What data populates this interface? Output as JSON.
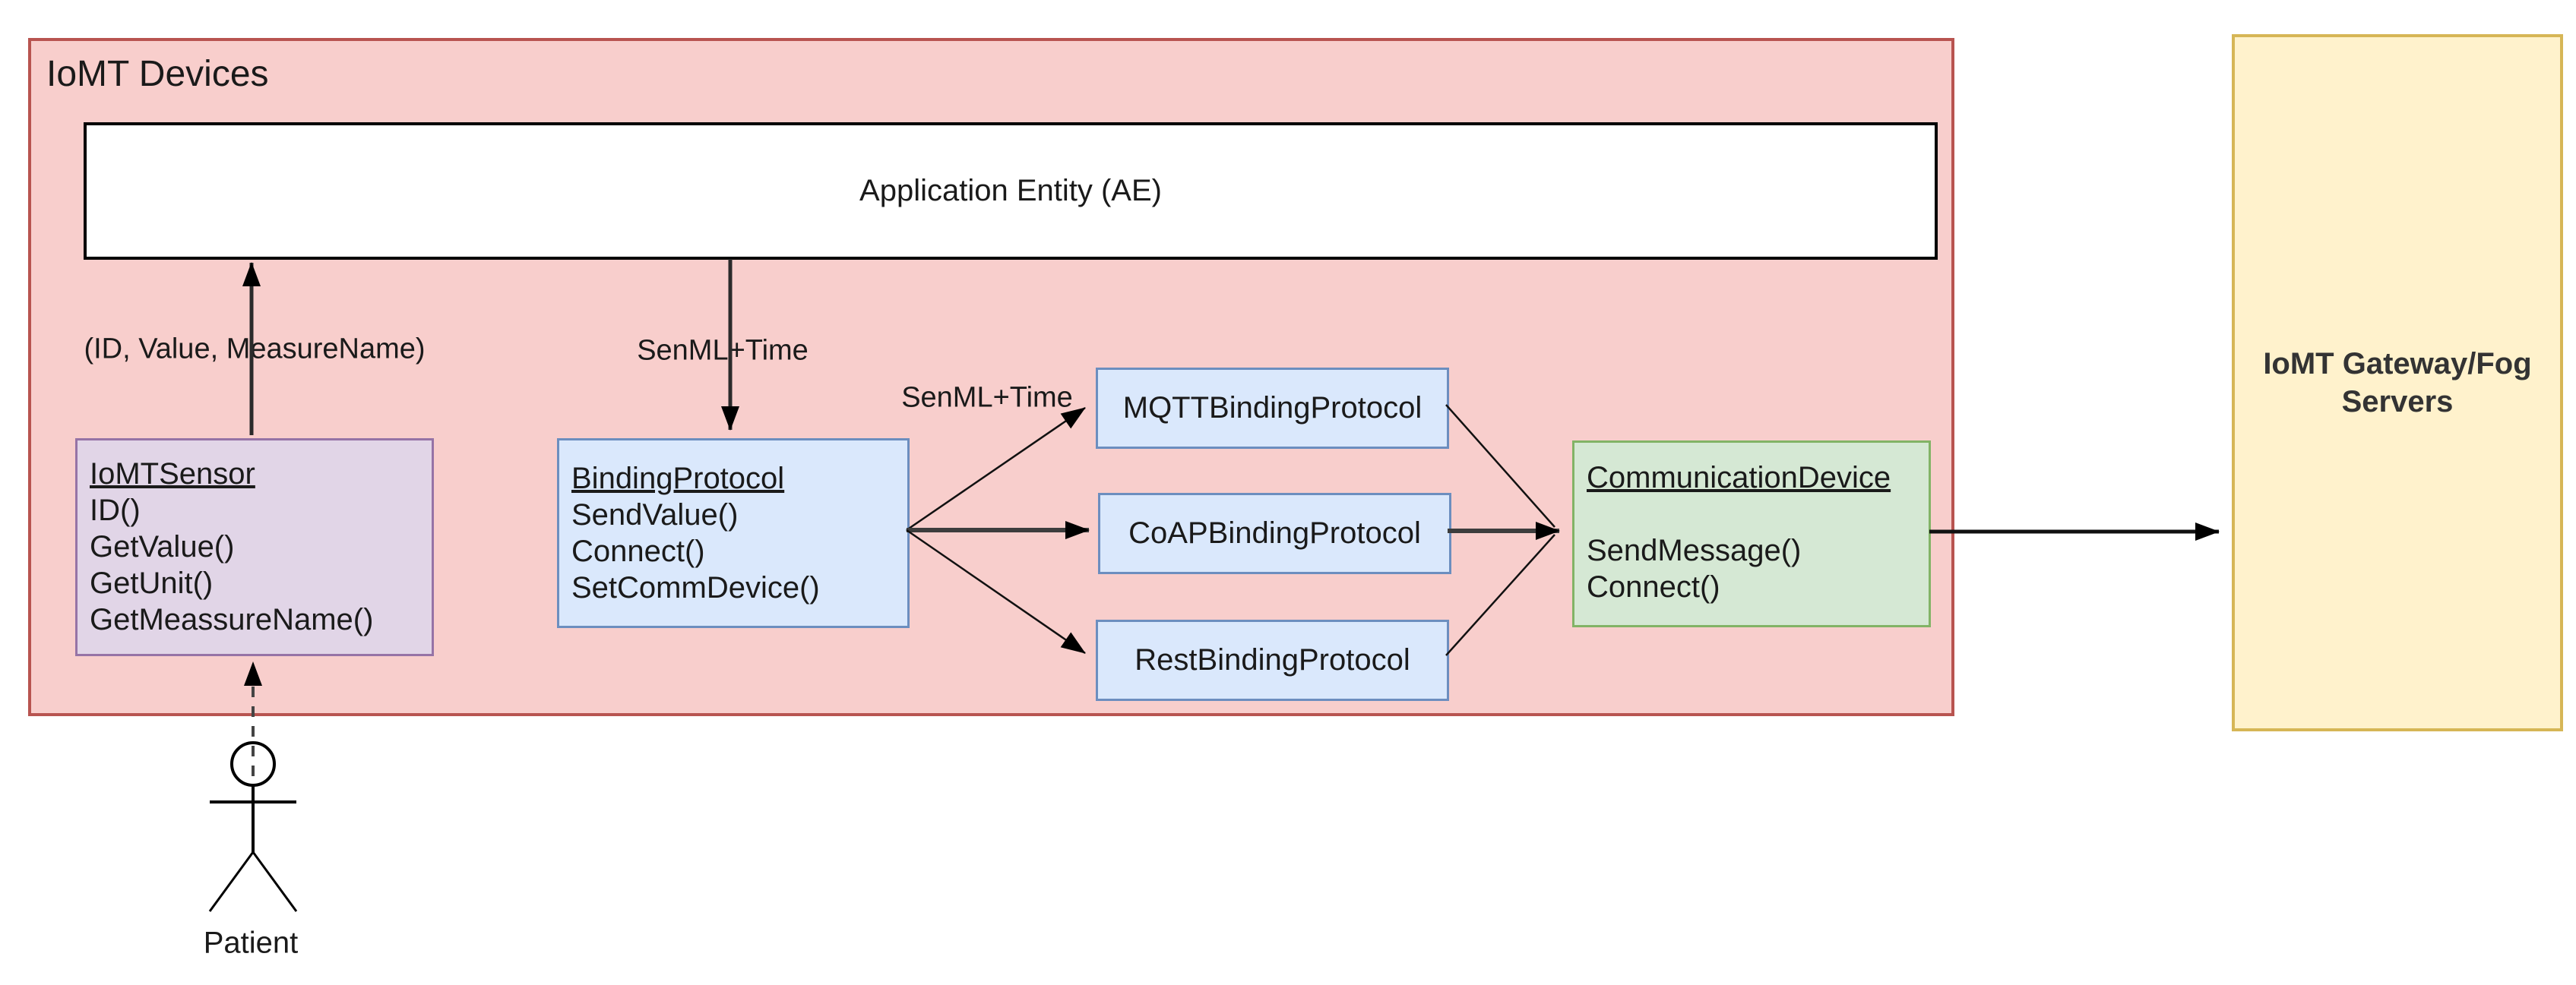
{
  "diagram": {
    "container": {
      "title": "IoMT Devices"
    },
    "ae": {
      "label": "Application Entity (AE)"
    },
    "sensor": {
      "title": "IoMTSensor",
      "methods": [
        "ID()",
        "GetValue()",
        "GetUnit()",
        "GetMeassureName()"
      ]
    },
    "binding": {
      "title": "BindingProtocol",
      "methods": [
        "SendValue()",
        "Connect()",
        "SetCommDevice()"
      ]
    },
    "bindings": [
      "MQTTBindingProtocol",
      "CoAPBindingProtocol",
      "RestBindingProtocol"
    ],
    "comm": {
      "title": "CommunicationDevice",
      "methods": [
        "SendMessage()",
        "Connect()"
      ]
    },
    "gateway": {
      "line1": "IoMT Gateway/Fog",
      "line2": "Servers"
    },
    "labels": {
      "sensor_to_ae": "(ID, Value, MeasureName)",
      "ae_to_binding": "SenML+Time",
      "binding_to_protocols": "SenML+Time"
    },
    "actor": {
      "label": "Patient"
    },
    "colors": {
      "container_fill": "#F8CECC",
      "container_stroke": "#B85450",
      "sensor_fill": "#E1D5E7",
      "sensor_stroke": "#9673A6",
      "protocol_fill": "#DAE8FC",
      "protocol_stroke": "#6C8EBF",
      "comm_fill": "#D5E8D4",
      "comm_stroke": "#82B366",
      "gateway_fill": "#FFF2CC",
      "gateway_stroke": "#D6B656",
      "ae_fill": "#FFFFFF",
      "line": "#000000"
    }
  }
}
